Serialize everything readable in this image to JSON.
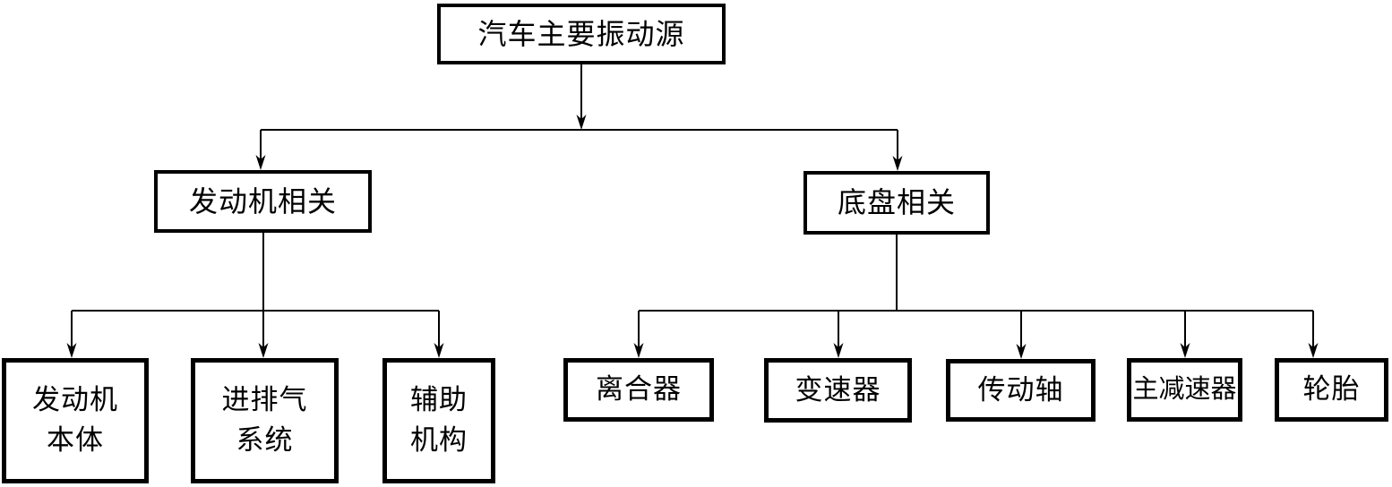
{
  "diagram": {
    "type": "flowchart",
    "colors": {
      "background": "#ffffff",
      "line": "#000000",
      "text": "#000000"
    },
    "nodes": {
      "root": {
        "label": "汽车主要振动源"
      },
      "engine": {
        "label": "发动机相关"
      },
      "chassis": {
        "label": "底盘相关"
      },
      "engine_body": {
        "label": "发动机\n本体"
      },
      "intake_exhaust": {
        "label": "进排气\n系统"
      },
      "auxiliary": {
        "label": "辅助\n机构"
      },
      "clutch": {
        "label": "离合器"
      },
      "transmission": {
        "label": "变速器"
      },
      "drive_shaft": {
        "label": "传动轴"
      },
      "final_drive": {
        "label": "主减速器"
      },
      "tire": {
        "label": "轮胎"
      }
    },
    "edges": [
      {
        "from": "root",
        "to": "engine"
      },
      {
        "from": "root",
        "to": "chassis"
      },
      {
        "from": "engine",
        "to": "engine_body"
      },
      {
        "from": "engine",
        "to": "intake_exhaust"
      },
      {
        "from": "engine",
        "to": "auxiliary"
      },
      {
        "from": "chassis",
        "to": "clutch"
      },
      {
        "from": "chassis",
        "to": "transmission"
      },
      {
        "from": "chassis",
        "to": "drive_shaft"
      },
      {
        "from": "chassis",
        "to": "final_drive"
      },
      {
        "from": "chassis",
        "to": "tire"
      }
    ]
  }
}
